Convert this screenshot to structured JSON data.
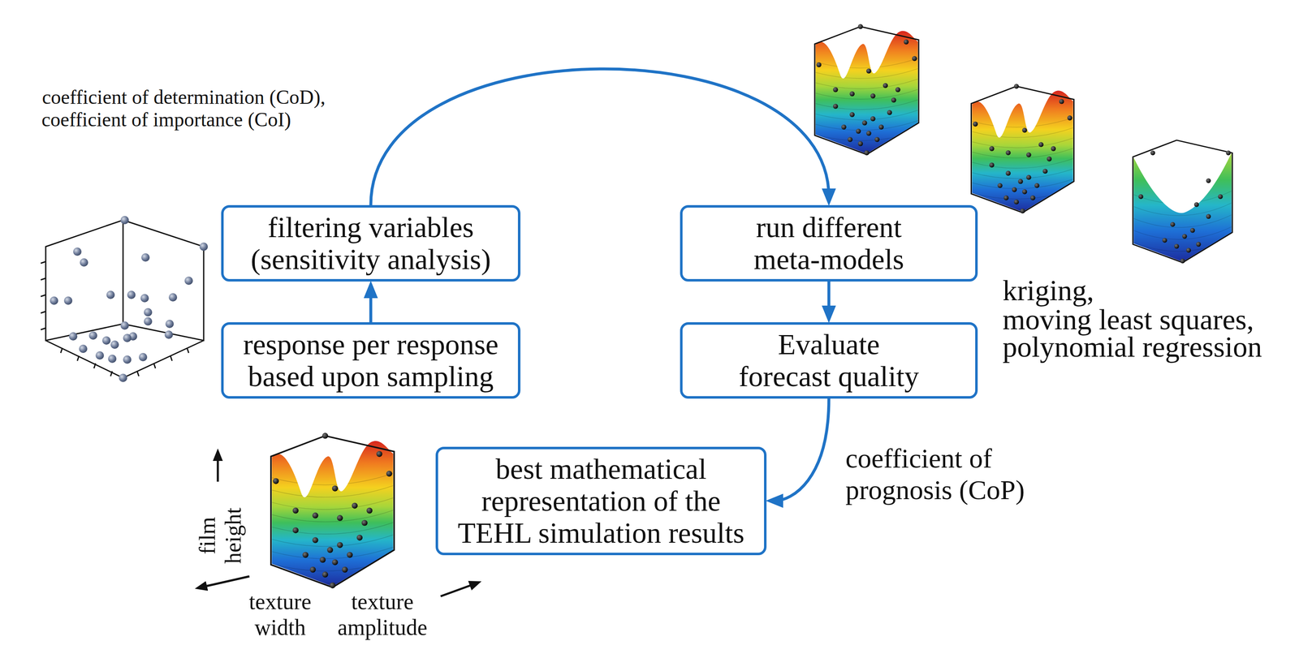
{
  "diagram": {
    "nodes": [
      {
        "text": [
          "filtering variables (sensitivity analysis)"
        ]
      },
      {
        "text": [
          "response per response based upon sampling"
        ]
      },
      {
        "text": [
          "run different meta-models"
        ]
      },
      {
        "text": [
          "Evaluate forecast quality"
        ]
      },
      {
        "text": [
          "best mathematical representation of the TEHL simulation results"
        ]
      }
    ],
    "edges": [
      {
        "from": 1,
        "to": 0,
        "arrow": "to"
      },
      {
        "from": 0,
        "to": 2,
        "arrow": "to"
      },
      {
        "from": 2,
        "to": 3,
        "arrow": "to"
      },
      {
        "from": 3,
        "to": 4,
        "arrow": "to"
      }
    ],
    "labels": [
      "coefficient of determination (CoD),",
      "coefficient of importance (CoI)",
      "kriging,",
      "moving least squares,",
      "polynomial regression",
      "coefficient of prognosis (CoP)",
      "film height",
      "texture width",
      "texture amplitude"
    ]
  }
}
